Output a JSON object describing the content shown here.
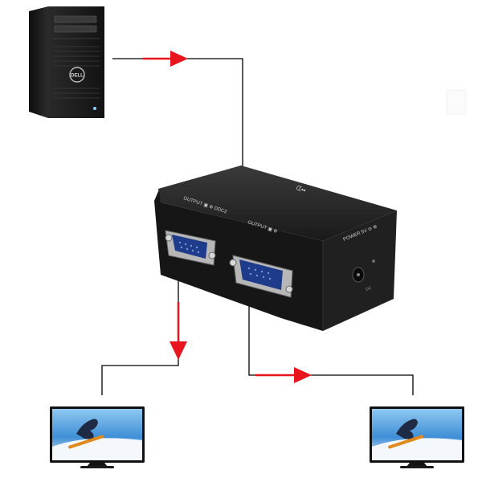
{
  "diagram": {
    "colors": {
      "connector_line": "#000000",
      "arrow": "#e8141e",
      "device_body": "#1c1c1c",
      "screen_sky": "#3f8fd6"
    },
    "computer": {
      "brand_badge": "DELL"
    },
    "splitter": {
      "top_label": "ᗧ▪▪",
      "port1_label": "OUTPUT ▣ ⊕ DDC2",
      "port2_label": "OUTPUT ▣ ⊕",
      "side_label": "POWER 5V ⊖ ⊕",
      "dc_label": "DC"
    },
    "arrows": [
      {
        "id": "to-splitter",
        "direction": "right"
      },
      {
        "id": "to-monitor-left",
        "direction": "down"
      },
      {
        "id": "to-monitor-right",
        "direction": "right"
      }
    ]
  }
}
